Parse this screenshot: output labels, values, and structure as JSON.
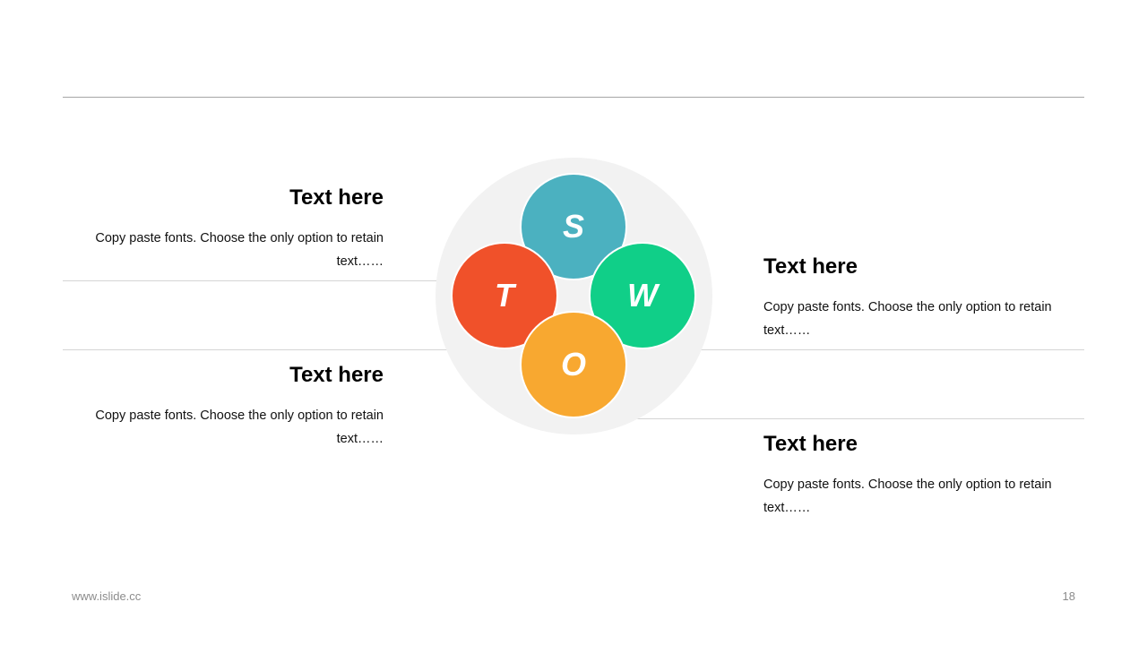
{
  "blocks": [
    {
      "title": "Text here",
      "body": "Copy paste fonts. Choose the only option to retain text……"
    },
    {
      "title": "Text here",
      "body": "Copy paste fonts. Choose the only option to retain text……"
    },
    {
      "title": "Text here",
      "body": "Copy paste fonts. Choose the only option to retain text……"
    },
    {
      "title": "Text here",
      "body": "Copy paste fonts. Choose the only option to retain text……"
    }
  ],
  "swot": {
    "s": {
      "letter": "S",
      "color": "#4bb1c0"
    },
    "w": {
      "letter": "W",
      "color": "#10cf88"
    },
    "o": {
      "letter": "O",
      "color": "#f8a830"
    },
    "t": {
      "letter": "T",
      "color": "#f0512a"
    }
  },
  "footer": {
    "website": "www.islide.cc",
    "page_number": "18"
  }
}
